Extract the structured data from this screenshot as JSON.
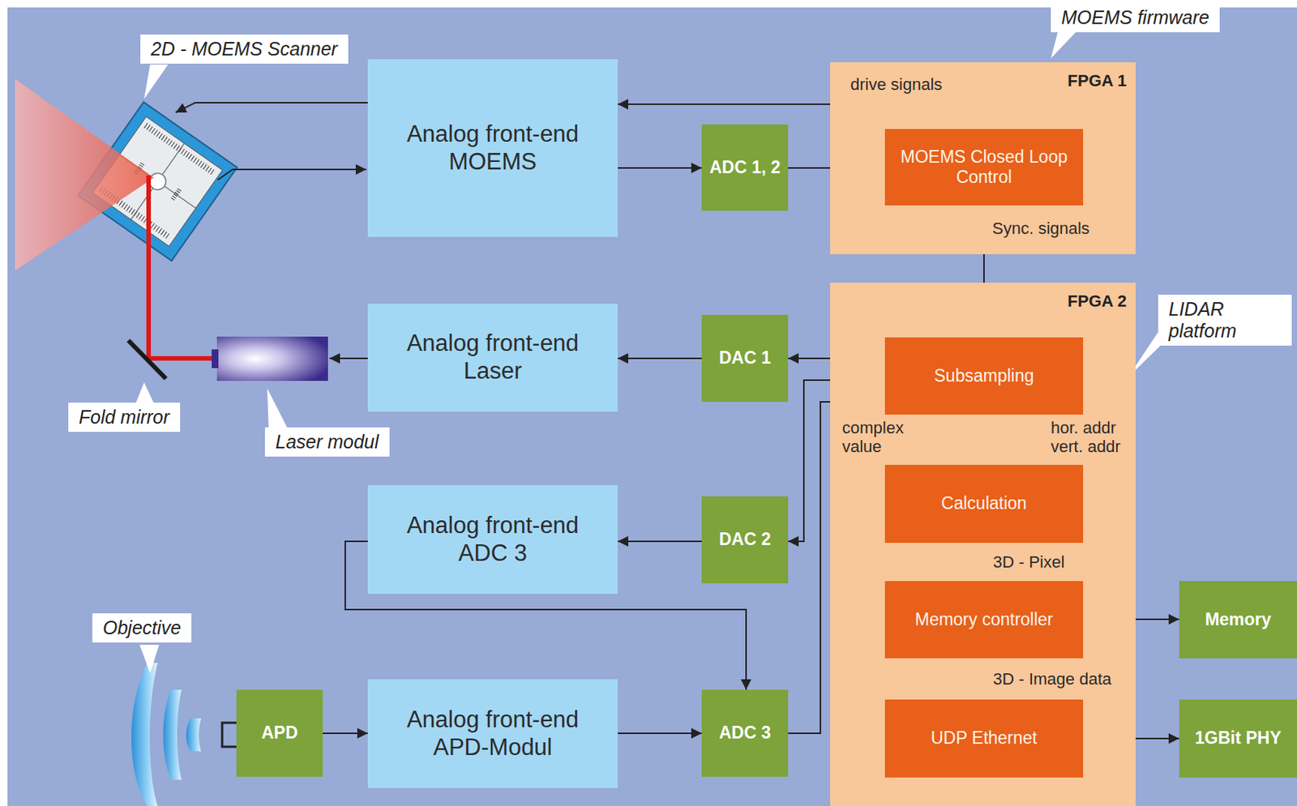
{
  "diagram": {
    "nodes": [
      {
        "text": [
          "Analog front-end MOEMS"
        ]
      },
      {
        "text": [
          "ADC 1, 2"
        ]
      },
      {
        "text": [
          "FPGA 1"
        ]
      },
      {
        "text": [
          "MOEMS Closed Loop Control"
        ],
        "in": 2
      },
      {
        "text": [
          "Analog front-end Laser"
        ]
      },
      {
        "text": [
          "DAC 1"
        ]
      },
      {
        "text": [
          "FPGA 2"
        ]
      },
      {
        "text": [
          "Subsampling"
        ],
        "in": 6
      },
      {
        "text": [
          "Calculation"
        ],
        "in": 6
      },
      {
        "text": [
          "Memory controller"
        ],
        "in": 6
      },
      {
        "text": [
          "UDP Ethernet"
        ],
        "in": 6
      },
      {
        "text": [
          "Analog front-end ADC 3"
        ]
      },
      {
        "text": [
          "DAC 2"
        ]
      },
      {
        "text": [
          "APD"
        ]
      },
      {
        "text": [
          "Analog front-end APD-Modul"
        ]
      },
      {
        "text": [
          "ADC 3"
        ]
      },
      {
        "text": [
          "Memory"
        ]
      },
      {
        "text": [
          "1GBit PHY"
        ]
      }
    ],
    "edges": [
      {
        "from": 0,
        "to": 1,
        "arrow": "to"
      },
      {
        "from": 1,
        "to": 3,
        "arrow": "to"
      },
      {
        "from": 3,
        "to": 0,
        "label": "drive signals",
        "arrow": "to"
      },
      {
        "from": 3,
        "to": 7,
        "label": "Sync. signals",
        "arrow": "to"
      },
      {
        "from": 7,
        "to": 5,
        "arrow": "to"
      },
      {
        "from": 5,
        "to": 4,
        "arrow": "to"
      },
      {
        "from": 7,
        "to": 12,
        "arrow": "to"
      },
      {
        "from": 12,
        "to": 11,
        "arrow": "to"
      },
      {
        "from": 11,
        "to": 15,
        "arrow": "to"
      },
      {
        "from": 13,
        "to": 14,
        "arrow": "to"
      },
      {
        "from": 14,
        "to": 15,
        "arrow": "to"
      },
      {
        "from": 15,
        "to": 7,
        "arrow": "to"
      },
      {
        "from": 7,
        "to": 8,
        "label": "complex value",
        "arrow": "to"
      },
      {
        "from": 7,
        "to": 8,
        "label": "hor. addr vert. addr",
        "arrow": "to"
      },
      {
        "from": 8,
        "to": 9,
        "label": "3D - Pixel",
        "arrow": "to"
      },
      {
        "from": 9,
        "to": 16,
        "arrow": "both"
      },
      {
        "from": 9,
        "to": 10,
        "label": "3D - Image data",
        "arrow": "to"
      },
      {
        "from": 10,
        "to": 17,
        "arrow": "to"
      }
    ],
    "labels": [
      "2D - MOEMS Scanner",
      "MOEMS firmware",
      "LIDAR platform",
      "Fold mirror",
      "Laser modul",
      "Objective"
    ]
  }
}
